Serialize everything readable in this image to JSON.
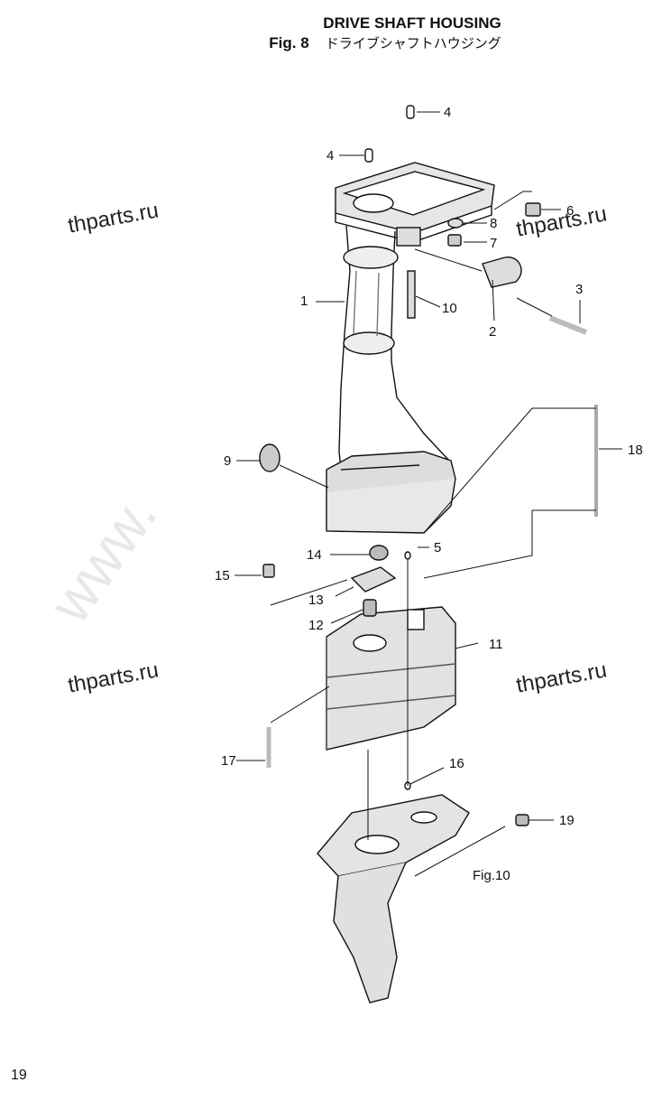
{
  "header": {
    "title_en": "DRIVE SHAFT HOUSING",
    "fig_label": "Fig. 8",
    "title_jp": "ドライブシャフトハウジング"
  },
  "watermarks": [
    "thparts.ru",
    "thparts.ru",
    "thparts.ru",
    "thparts.ru"
  ],
  "callouts": [
    "1",
    "2",
    "3",
    "4",
    "4",
    "5",
    "6",
    "7",
    "8",
    "9",
    "10",
    "11",
    "12",
    "13",
    "14",
    "15",
    "16",
    "17",
    "18",
    "19"
  ],
  "figure_reference": "Fig.10",
  "page_number": "19"
}
